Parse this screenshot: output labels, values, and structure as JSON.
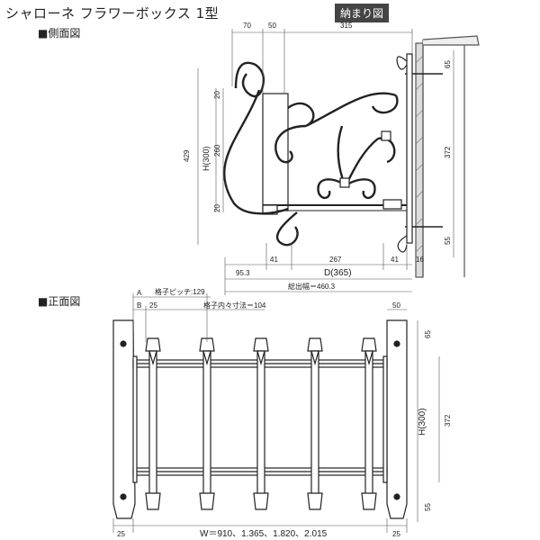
{
  "header": {
    "title": "シャローネ フラワーボックス 1型",
    "badge": "納まり図"
  },
  "side_view": {
    "label": "■側面図",
    "dims": {
      "top_70": "70",
      "top_50": "50",
      "top_315": "315",
      "h_label": "H(300)",
      "h_429": "429",
      "h_20a": "20",
      "h_260": "260",
      "h_20b": "20",
      "right_65": "65",
      "right_372": "372",
      "right_55": "55",
      "b_41a": "41",
      "b_267": "267",
      "b_41b": "41",
      "b_16": "16",
      "b_95": "95.3",
      "d_label": "D(365)",
      "total": "総出幅＝460.3"
    }
  },
  "front_view": {
    "label": "■正面図",
    "dims": {
      "a": "A",
      "b": "B",
      "pitch": "格子ピッチ:129",
      "b_25": "25",
      "inner": "格子内々寸法＝104",
      "top_50": "50",
      "r_65": "65",
      "h_label": "H(300)",
      "r_372": "372",
      "r_55": "55",
      "w_label": "W＝910、1.365、1.820、2.015",
      "l_25": "25",
      "r_25": "25"
    }
  }
}
